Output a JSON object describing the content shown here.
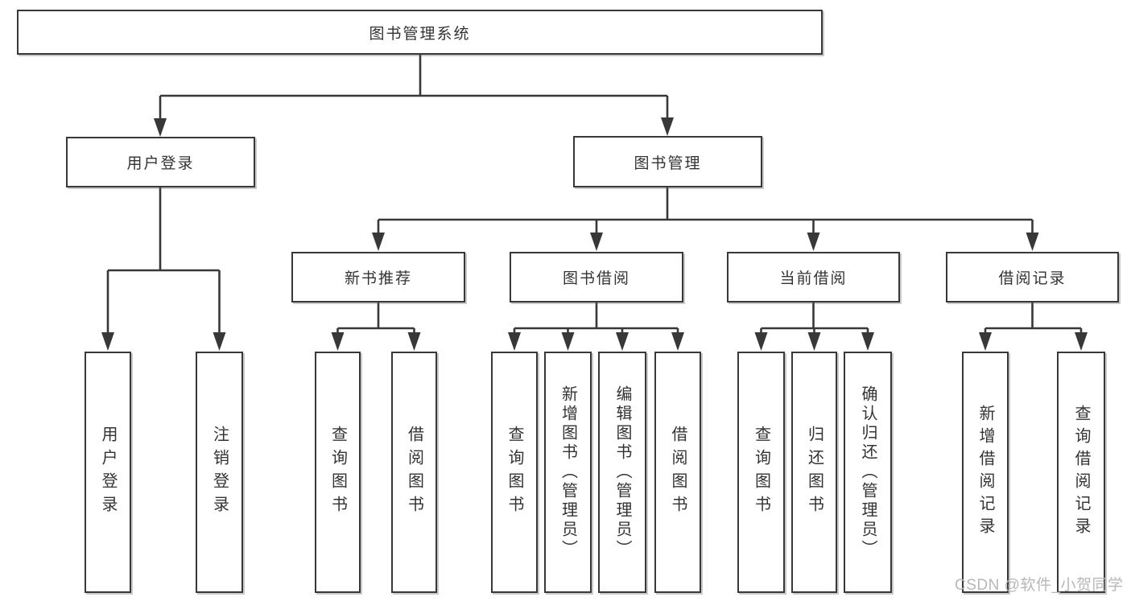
{
  "tree": {
    "root": {
      "label": "图书管理系统",
      "children": [
        {
          "label": "用户登录",
          "children": [
            {
              "label": "用户登录"
            },
            {
              "label": "注销登录"
            }
          ]
        },
        {
          "label": "图书管理",
          "children": [
            {
              "label": "新书推荐",
              "children": [
                {
                  "label": "查询图书"
                },
                {
                  "label": "借阅图书"
                }
              ]
            },
            {
              "label": "图书借阅",
              "children": [
                {
                  "label": "查询图书"
                },
                {
                  "label": "新增图书（管理员）"
                },
                {
                  "label": "编辑图书（管理员）"
                },
                {
                  "label": "借阅图书"
                }
              ]
            },
            {
              "label": "当前借阅",
              "children": [
                {
                  "label": "查询图书"
                },
                {
                  "label": "归还图书"
                },
                {
                  "label": "确认归还（管理员）"
                }
              ]
            },
            {
              "label": "借阅记录",
              "children": [
                {
                  "label": "新增借阅记录"
                },
                {
                  "label": "查询借阅记录"
                }
              ]
            }
          ]
        }
      ]
    }
  },
  "watermark": {
    "text": "CSDN @软件_小贺同学"
  },
  "colors": {
    "line": "#383838",
    "box_border": "#383838",
    "text": "#333333",
    "watermark": "#b7b7b7",
    "background": "#ffffff"
  }
}
